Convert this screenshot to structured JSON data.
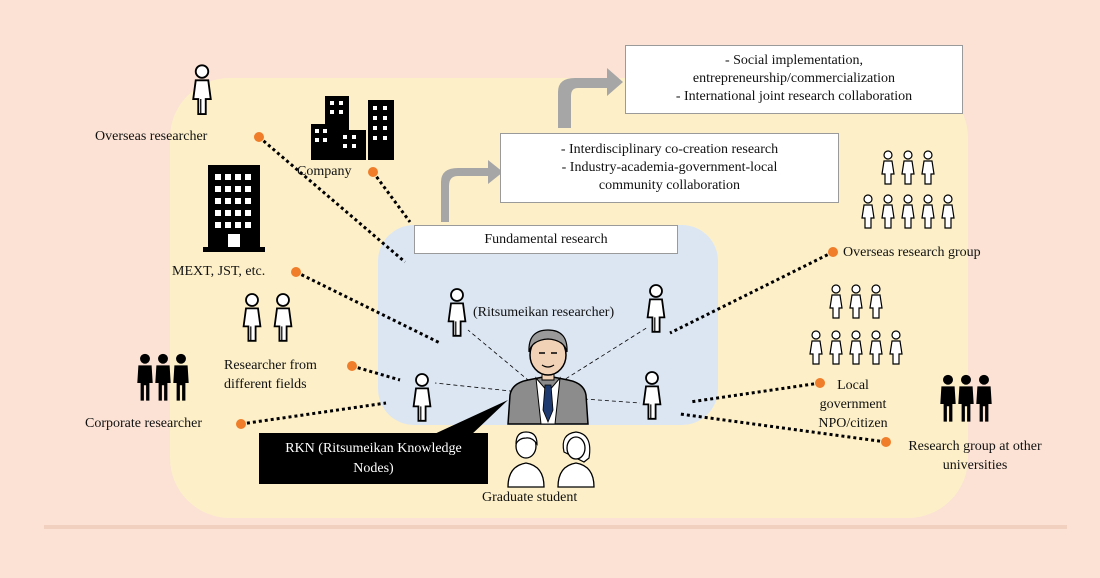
{
  "top_box": {
    "line1": "- Social implementation,",
    "line2": "entrepreneurship/commercialization",
    "line3": "- International joint research collaboration"
  },
  "mid_box": {
    "line1": "- Interdisciplinary co-creation research",
    "line2": "- Industry-academia-government-local",
    "line3": "community collaboration"
  },
  "fundamental_box": "Fundamental research",
  "rkn_box": {
    "line1": "RKN (Ritsumeikan Knowledge",
    "line2": "Nodes)"
  },
  "labels": {
    "overseas_researcher": "Overseas researcher",
    "company": "Company",
    "mext": "MEXT, JST, etc.",
    "researcher_fields_1": "Researcher from",
    "researcher_fields_2": "different fields",
    "corporate_researcher": "Corporate researcher",
    "ritsumeikan_researcher": "(Ritsumeikan researcher)",
    "graduate_student": "Graduate student",
    "overseas_group": "Overseas research group",
    "local_gov_1": "Local",
    "local_gov_2": "government",
    "local_gov_3": "NPO/citizen",
    "other_univ_1": "Research group at other",
    "other_univ_2": "universities"
  },
  "colors": {
    "background": "#fbe2d4",
    "outer_area": "#fdf0c8",
    "inner_area": "#dce6f3",
    "dot": "#ef7d2a",
    "arrow": "#a6a6a6"
  },
  "icons": [
    "person-icon",
    "building-icon",
    "office-tower-icon",
    "crowd-icon",
    "student-icon",
    "professor-icon"
  ]
}
